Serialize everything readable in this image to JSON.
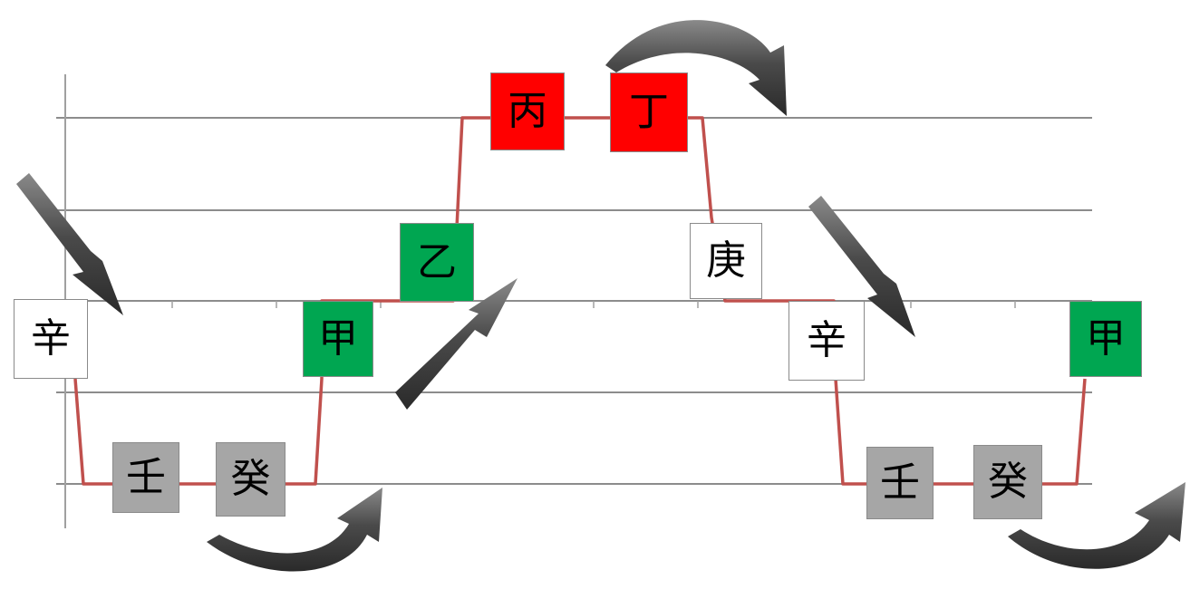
{
  "colors": {
    "fire": "#ff0000",
    "wood": "#00a651",
    "metal": "#ffffff",
    "water": "#a6a6a6",
    "connector": "#c0504d",
    "grid": "#8c8c8c",
    "arrow": "#4a4a4a"
  },
  "stems": {
    "bing": "丙",
    "ding": "丁",
    "yi": "乙",
    "geng": "庚",
    "xin_left": "辛",
    "jia_left": "甲",
    "ren_left": "壬",
    "gui_left": "癸",
    "xin_right": "辛",
    "jia_right": "甲",
    "ren_right": "壬",
    "gui_right": "癸"
  },
  "arrow_icons": [
    "arrow-down-right-icon",
    "arrow-up-right-icon",
    "arrow-down-right-icon",
    "curved-arrow-icon",
    "curved-arrow-icon",
    "curved-arrow-icon"
  ]
}
